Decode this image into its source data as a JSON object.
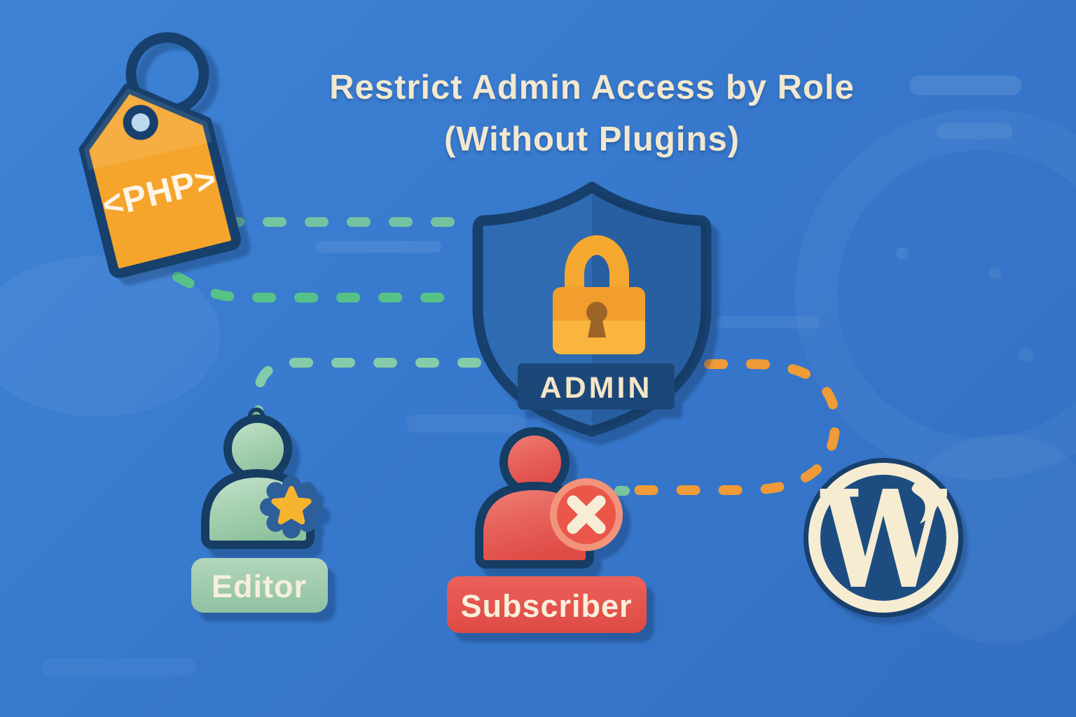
{
  "title": {
    "line1": "Restrict Admin Access by Role",
    "line2": "(Without Plugins)"
  },
  "php_tag": {
    "label": "<PHP>"
  },
  "admin_shield": {
    "label": "ADMIN"
  },
  "roles": {
    "editor": {
      "label": "Editor",
      "badge_icon": "star-badge"
    },
    "subscriber": {
      "label": "Subscriber",
      "badge_icon": "blocked-x-badge"
    }
  },
  "wordpress": {
    "monogram": "W"
  },
  "colors": {
    "background": "#3779cd",
    "title_text": "#f2e8d0",
    "outline_navy": "#17406d",
    "shield_blue": "#2e6bb2",
    "banner_navy": "#1b4878",
    "lock_orange": "#f5a430",
    "tag_orange": "#f5a42c",
    "editor_green": "#9cc9a8",
    "subscriber_red": "#e4544d",
    "cream": "#f6ecd4",
    "connector_mint": "#7fcf9a",
    "connector_green": "#57c288",
    "connector_orange": "#ef9b38",
    "wordpress_navy": "#1d4d80"
  }
}
